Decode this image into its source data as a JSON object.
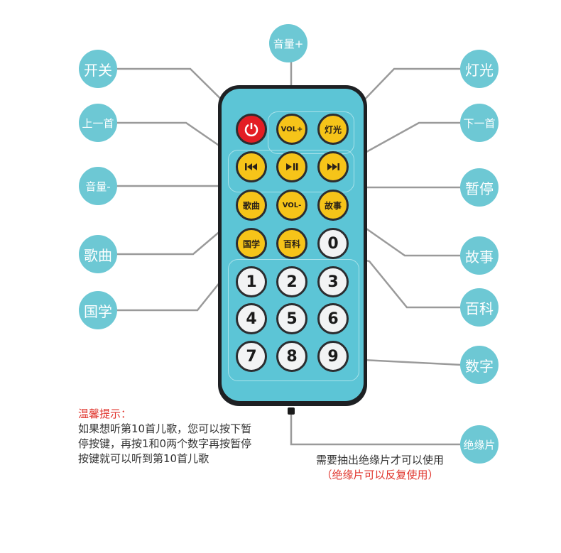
{
  "remote": {
    "buttons": {
      "power": "⏻",
      "vol_up": "VOL+",
      "light": "灯光",
      "prev": "⏮",
      "play_pause": "⏯",
      "next": "⏭",
      "song": "歌曲",
      "vol_down": "VOL-",
      "story": "故事",
      "guoxue": "国学",
      "baike": "百科",
      "n0": "0",
      "n1": "1",
      "n2": "2",
      "n3": "3",
      "n4": "4",
      "n5": "5",
      "n6": "6",
      "n7": "7",
      "n8": "8",
      "n9": "9"
    }
  },
  "labels": {
    "power": "开关",
    "vol_up": "音量+",
    "light": "灯光",
    "prev": "上一首",
    "next": "下一首",
    "vol_down": "音量-",
    "pause": "暂停",
    "song": "歌曲",
    "story": "故事",
    "baike": "百科",
    "guoxue": "国学",
    "digits": "数字",
    "insulation": "绝缘片"
  },
  "tip": {
    "title": "温馨提示：",
    "body": "如果想听第10首儿歌，您可以按下暂停按键，再按1和0两个数字再按暂停按键就可以听到第10首儿歌"
  },
  "note": {
    "line1": "需要抽出绝缘片才可以使用",
    "line2": "（绝缘片可以反复使用）"
  },
  "colors": {
    "remote_face": "#5cc5d6",
    "label_circle": "#6dc8d4",
    "yellow_button": "#f6c419",
    "red_button": "#e31e24",
    "tip_title": "#e0342c"
  }
}
